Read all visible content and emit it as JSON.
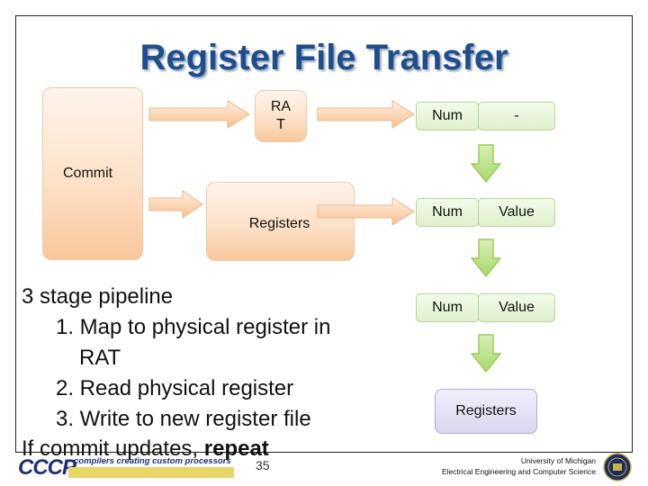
{
  "title": "Register File Transfer",
  "diagram": {
    "commit_label": "Commit",
    "rat_label": "RA\nT",
    "registers_label": "Registers",
    "rows": [
      {
        "num": "Num",
        "val": "-"
      },
      {
        "num": "Num",
        "val": "Value"
      },
      {
        "num": "Num",
        "val": "Value"
      }
    ],
    "regfile_label": "Registers"
  },
  "bullets": {
    "heading": "3 stage pipeline",
    "steps": [
      "1. Map to physical register in",
      "RAT",
      "2. Read physical register",
      "3. Write to new register file"
    ],
    "last_prefix": "If commit updates, ",
    "last_bold": "repeat"
  },
  "footer": {
    "logo_text": "CCCP",
    "tagline": "compilers creating custom processors",
    "page_number": "35",
    "univ_line1": "University of Michigan",
    "univ_line2": "Electrical Engineering and Computer Science"
  },
  "colors": {
    "title": "#1f4e8c",
    "orange_box": "#fde1c8",
    "green": "#8cc640",
    "lavender": "#dcd5f0"
  }
}
